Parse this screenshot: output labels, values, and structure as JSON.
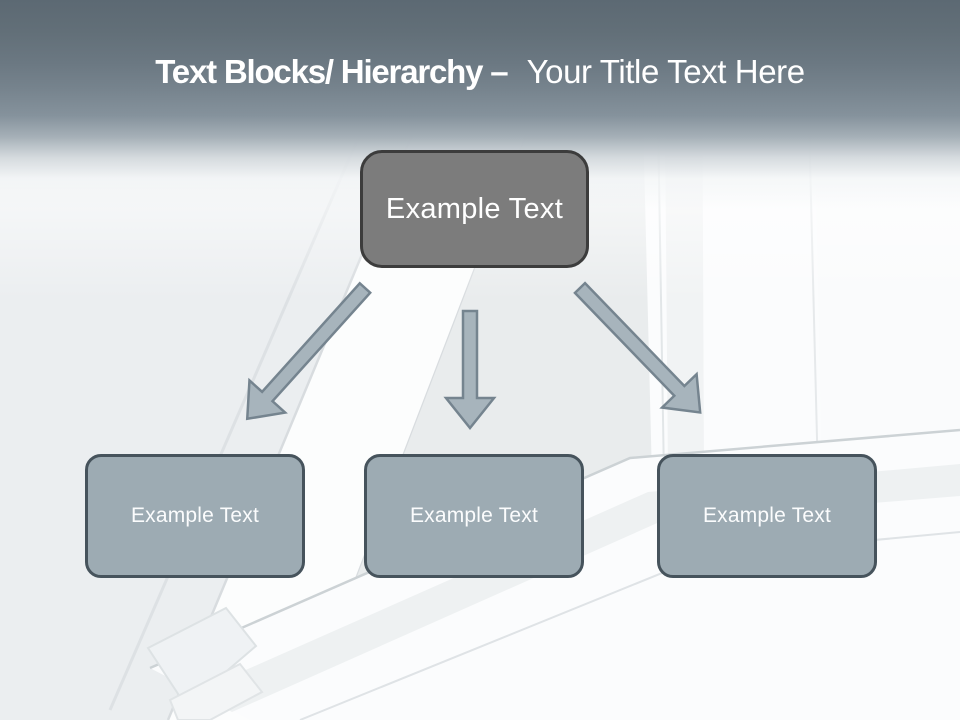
{
  "slide": {
    "title": {
      "emphasis": "Text Blocks/ Hierarchy –",
      "placeholder": "Your Title Text Here"
    }
  },
  "hierarchy": {
    "root": {
      "label": "Example Text"
    },
    "children": [
      {
        "label": "Example Text"
      },
      {
        "label": "Example Text"
      },
      {
        "label": "Example Text"
      }
    ],
    "connectors": [
      {
        "direction": "down-left"
      },
      {
        "direction": "down"
      },
      {
        "direction": "down-right"
      }
    ]
  },
  "theme": {
    "header_top_color": "#5c6973",
    "root_box_fill": "#7c7c7c",
    "root_box_border": "#3c3c3c",
    "child_box_fill": "#9dabb3",
    "child_box_border": "#46535c",
    "arrow_fill": "#a7b4bc",
    "arrow_outline": "#75848f",
    "title_color": "#ffffff"
  }
}
